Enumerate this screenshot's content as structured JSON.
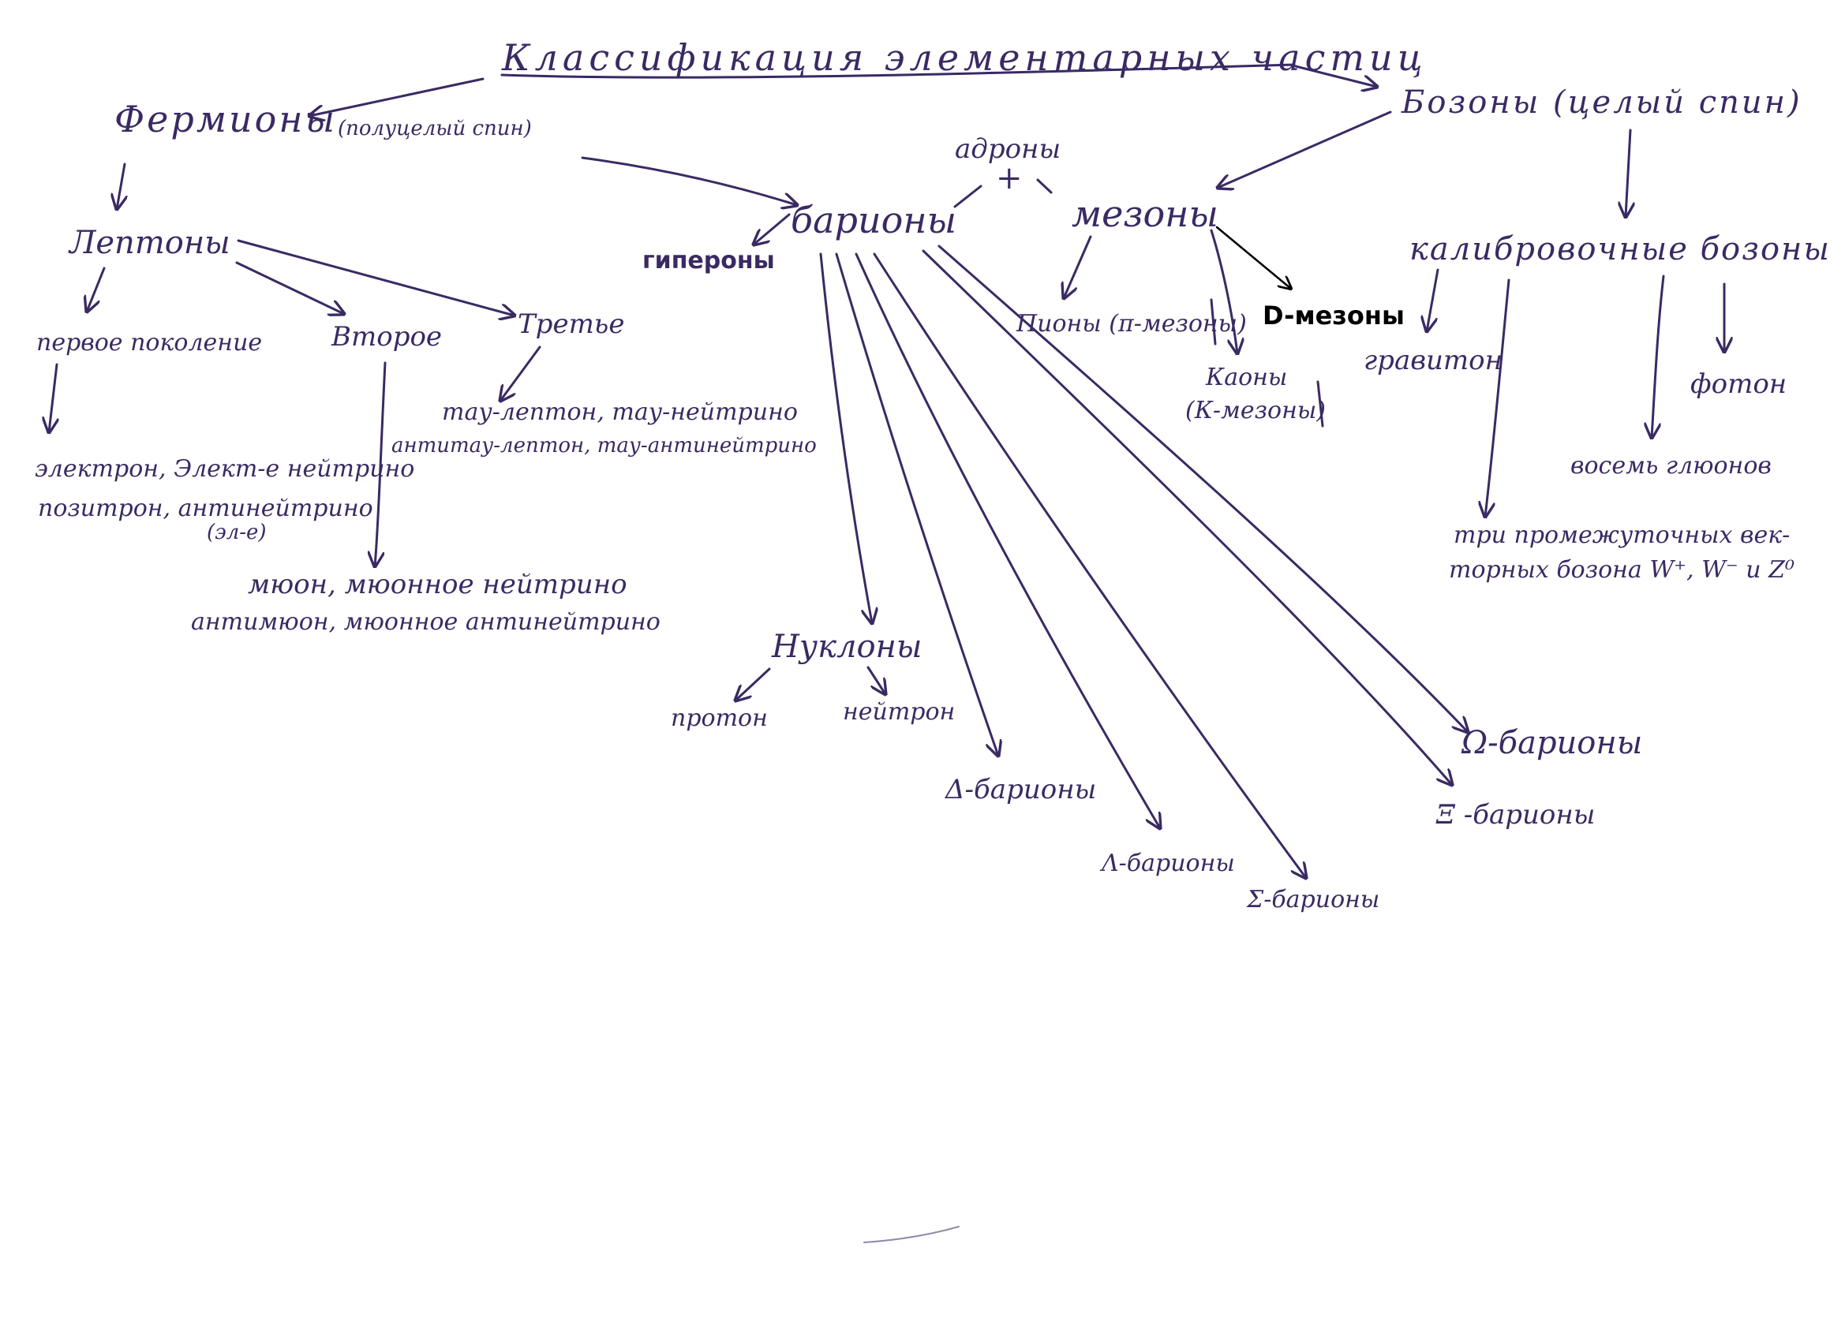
{
  "colors": {
    "ink": "#3a2a63",
    "paper": "#ffffff",
    "print": "#000000"
  },
  "title": "Классификация элементарных частиц",
  "fermions": {
    "label": "Фермионы",
    "note": "(полуцелый спин)",
    "leptons": {
      "label": "Лептоны",
      "gen1": {
        "label": "первое поколение",
        "line1": "электрон, Элект-е нейтрино",
        "line2": "позитрон, антинейтрино",
        "note": "(эл-е)"
      },
      "gen2": {
        "label": "Второе",
        "line1": "мюон, мюонное нейтрино",
        "line2": "антимюон, мюонное антинейтрино"
      },
      "gen3": {
        "label": "Третье",
        "line1": "тау-лептон, тау-нейтрино",
        "line2": "антитау-лептон, тау-антинейтрино"
      }
    }
  },
  "hadrons": {
    "label": "адроны",
    "plus": "+"
  },
  "baryons": {
    "label": "барионы",
    "hyperons": "гипероны",
    "nucleons": {
      "label": "Нуклоны",
      "proton": "протон",
      "neutron": "нейтрон"
    },
    "delta": "Δ-барионы",
    "lambda": "Λ-барионы",
    "sigma": "Σ-барионы",
    "xi": "Ξ -барионы",
    "omega": "Ω-барионы"
  },
  "mesons": {
    "label": "мезоны",
    "pions": "Пионы (π-мезоны)",
    "kaons": {
      "line1": "Каоны",
      "line2": "(К-мезоны)"
    },
    "d_mesons": "D-мезоны"
  },
  "bosons": {
    "label": "Бозоны (целый спин)",
    "gauge": {
      "label": "калибровочные бозоны",
      "graviton": "гравитон",
      "photon": "фотон",
      "gluons": "восемь глюонов",
      "vector_line1": "три промежуточных век-",
      "vector_line2": "торных бозона W⁺, W⁻ и Z⁰"
    }
  }
}
